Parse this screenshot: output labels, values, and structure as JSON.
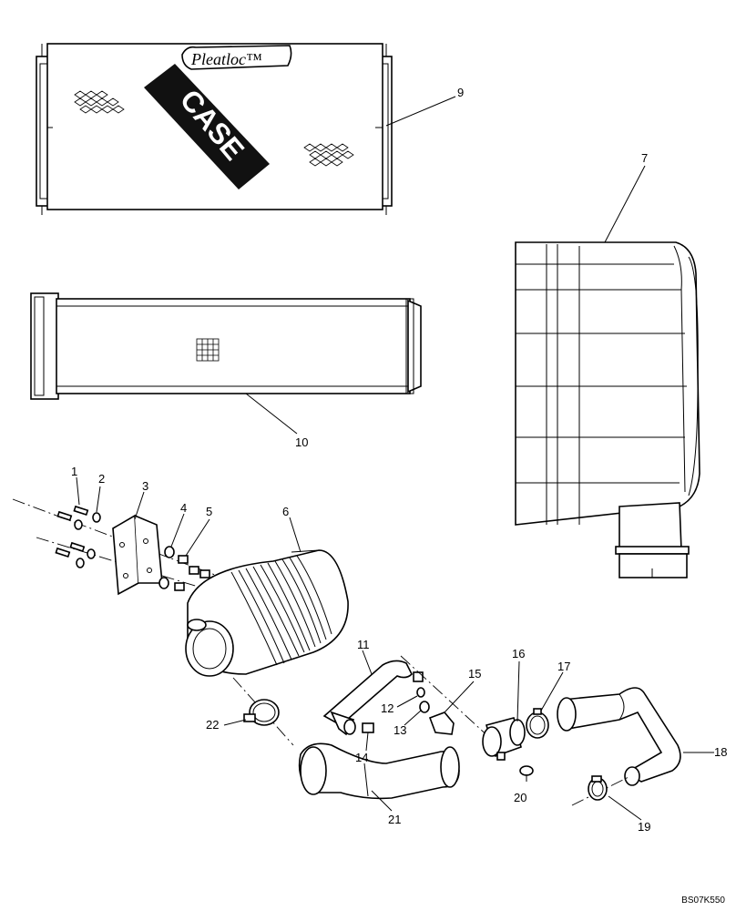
{
  "filter_label": "Pleatloc™",
  "brand_logo": "CASE",
  "callouts": {
    "c1": "1",
    "c2": "2",
    "c3": "3",
    "c4": "4",
    "c5": "5",
    "c6": "6",
    "c7": "7",
    "c9": "9",
    "c10": "10",
    "c11": "11",
    "c12": "12",
    "c13": "13",
    "c14": "14",
    "c15": "15",
    "c16": "16",
    "c17": "17",
    "c18": "18",
    "c19": "19",
    "c20": "20",
    "c21": "21",
    "c22": "22"
  },
  "reference_code": "BS07K550"
}
